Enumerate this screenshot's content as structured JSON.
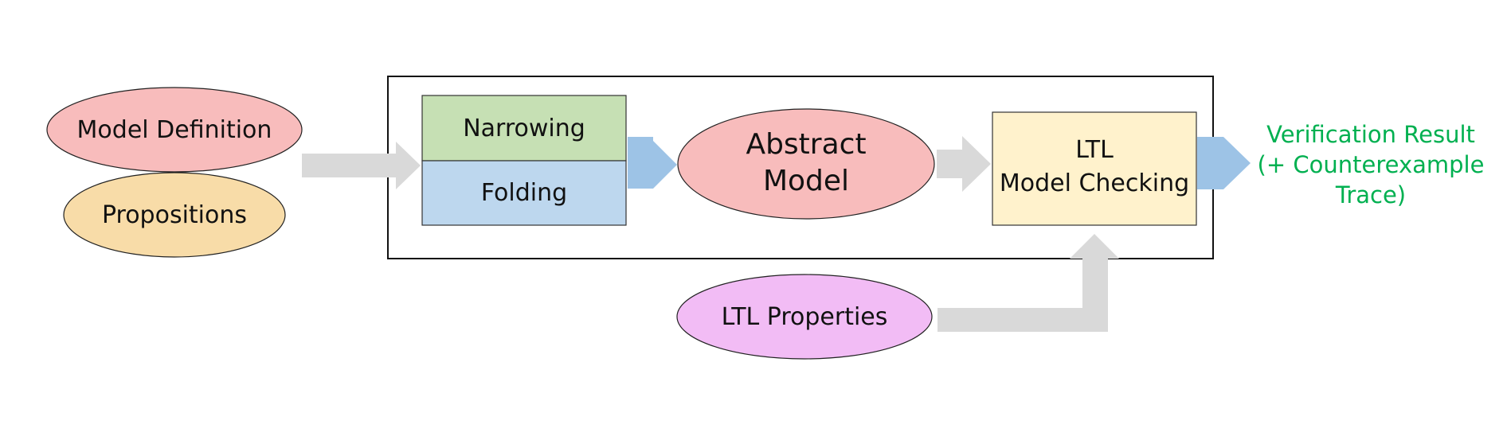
{
  "diagram": {
    "model_definition": "Model Definition",
    "propositions": "Propositions",
    "narrowing": "Narrowing",
    "folding": "Folding",
    "abstract_model": [
      "Abstract",
      "Model"
    ],
    "ltl_model_checking": [
      "LTL",
      "Model Checking"
    ],
    "ltl_properties": "LTL Properties",
    "verification_result": [
      "Verification Result",
      "(+ Counterexample",
      "Trace)"
    ]
  },
  "colors": {
    "model_definition_fill": "#f8bcbc",
    "propositions_fill": "#f8dca8",
    "narrowing_fill": "#c6e0b4",
    "folding_fill": "#bdd7ee",
    "abstract_model_fill": "#f8bcbc",
    "ltl_model_checking_fill": "#fff2cc",
    "ltl_properties_fill": "#f2bcf5",
    "gray_arrow": "#d9d9d9",
    "blue_arrow": "#9dc3e6",
    "result_text": "#00b050"
  }
}
